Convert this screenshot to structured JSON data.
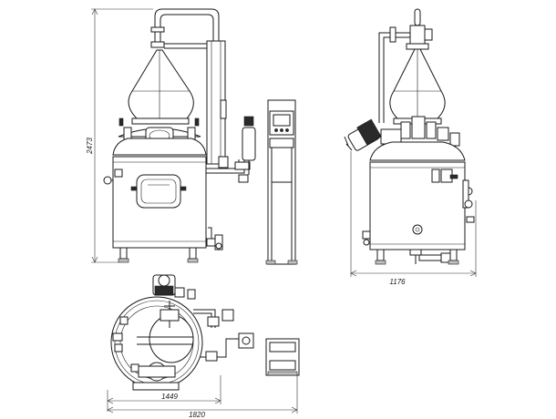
{
  "dimensions": {
    "height_label": "2473",
    "side_width_label": "1176",
    "top_width_inner_label": "1449",
    "top_width_outer_label": "1820"
  }
}
